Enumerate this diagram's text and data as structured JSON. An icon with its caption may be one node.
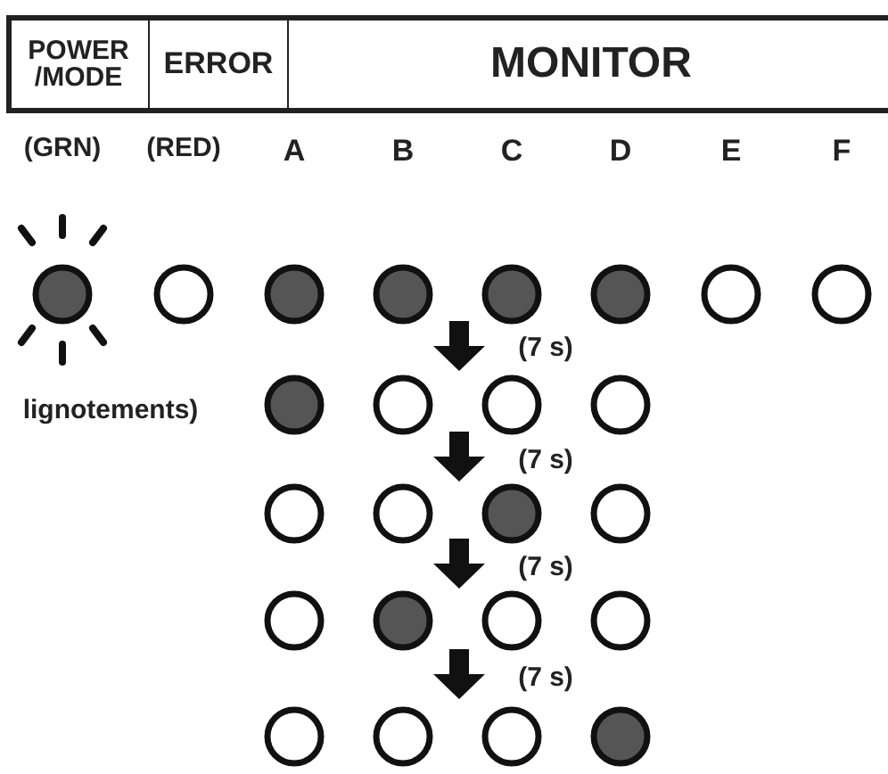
{
  "diagram": {
    "nodes": [
      {
        "text": [
          "POWER /MODE"
        ]
      },
      {
        "text": [
          "ERROR"
        ]
      },
      {
        "text": [
          "MONITOR"
        ]
      }
    ],
    "edges": [],
    "labels": [
      "(GRN)",
      "(RED)",
      "A",
      "B",
      "C",
      "D",
      "E",
      "F",
      "(7 s)",
      "lignotements)",
      "(7 s)",
      "(7 s)",
      "(7 s)"
    ]
  }
}
